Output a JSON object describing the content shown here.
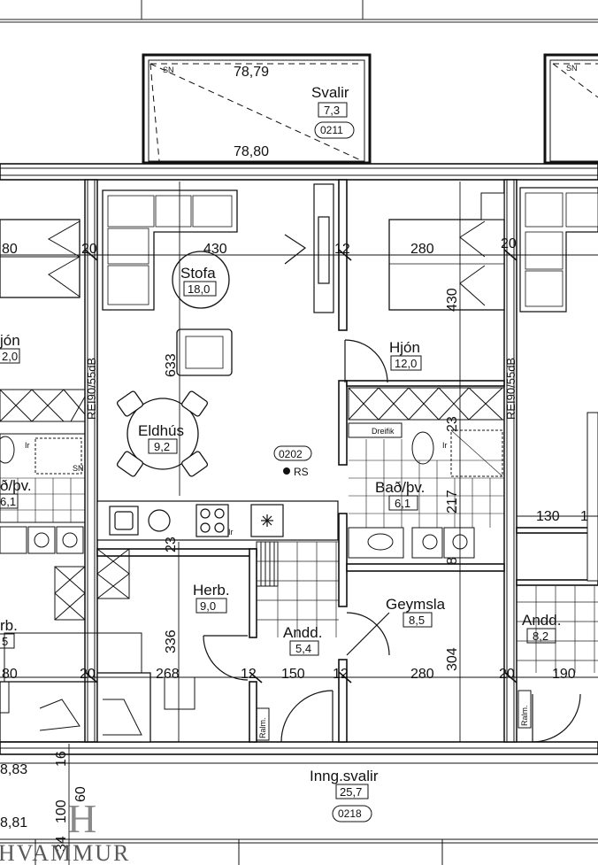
{
  "rooms": {
    "stofa": {
      "name": "Stofa",
      "area": "18,0"
    },
    "eldhus": {
      "name": "Eldhús",
      "area": "9,2"
    },
    "hjon": {
      "name": "Hjón",
      "area": "12,0"
    },
    "bad": {
      "name": "Bað/þv.",
      "area": "6,1"
    },
    "herb": {
      "name": "Herb.",
      "area": "9,0"
    },
    "andd": {
      "name": "Andd.",
      "area": "5,4"
    },
    "geymsla": {
      "name": "Geymsla",
      "area": "8,5"
    },
    "svalir": {
      "name": "Svalir",
      "area": "7,3"
    },
    "inngsvalir": {
      "name": "Inng.svalir",
      "area": "25,7"
    },
    "andd_right": {
      "name": "Andd.",
      "area": "8,2"
    },
    "hjon_left": {
      "name": "jón",
      "area": "2,0"
    },
    "bad_left": {
      "name": "ð/þv.",
      "area": "6,1"
    },
    "herb_left": {
      "name": "rb.",
      "area": "5"
    }
  },
  "tags": {
    "apartment": "0202",
    "balcony": "0211",
    "entry_balcony": "0218",
    "rs": "RS"
  },
  "elevations": {
    "balcony_top": "78,79",
    "balcony_floor": "78,80",
    "entry_left_1": "8,83",
    "entry_left_2": "8,81"
  },
  "dimensions": {
    "d430": "430",
    "d280": "280",
    "d80a": "80",
    "d20a": "20",
    "d12a": "12",
    "d20b": "20",
    "d430v": "430",
    "d633": "633",
    "d23a": "23",
    "d23b": "23",
    "d217": "217",
    "d8": "8",
    "d336": "336",
    "d304": "304",
    "d130": "130",
    "d1": "1",
    "d80b": "80",
    "d20c": "20",
    "d268": "268",
    "d12b": "12",
    "d150": "150",
    "d12c": "12",
    "d280b": "280",
    "d20d": "20",
    "d190": "190",
    "d16": "16",
    "d100": "100",
    "d60": "60",
    "d34": "34"
  },
  "walls": {
    "left": "REI90/55dB",
    "right": "REI90/55dB"
  },
  "labels": {
    "sn1": "SN",
    "sn2": "SN",
    "sn3": "SN",
    "ir1": "Ir",
    "ir2": "Ir",
    "ir3": "Ir",
    "dreifik": "Dreifik",
    "ralm1": "Ralm.",
    "ralm2": "Ralm."
  },
  "logo": {
    "text": "HVAMMUR",
    "mark": "H"
  }
}
